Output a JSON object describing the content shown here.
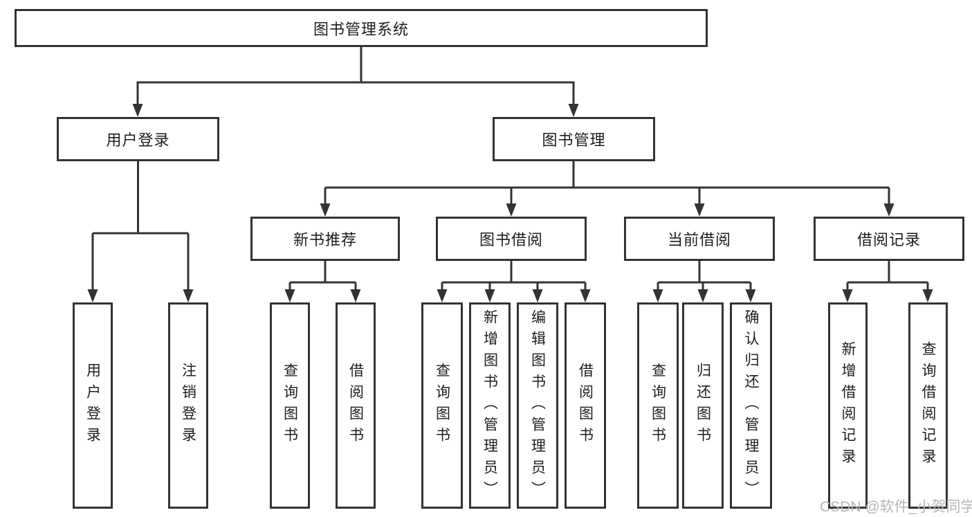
{
  "page": {
    "background": "#ffffff"
  },
  "colors": {
    "line": "#333333",
    "box_border": "#333333",
    "text": "#1d1d1f",
    "watermark": "#b5b5b5"
  },
  "tree": {
    "root": {
      "label": "图书管理系统"
    },
    "children": [
      {
        "label": "用户登录",
        "children": [
          {
            "label": "用户登录"
          },
          {
            "label": "注销登录"
          }
        ]
      },
      {
        "label": "图书管理",
        "children": [
          {
            "label": "新书推荐",
            "children": [
              {
                "label": "查询图书"
              },
              {
                "label": "借阅图书"
              }
            ]
          },
          {
            "label": "图书借阅",
            "children": [
              {
                "label": "查询图书"
              },
              {
                "label": "新增图书（管理员）"
              },
              {
                "label": "编辑图书（管理员）"
              },
              {
                "label": "借阅图书"
              }
            ]
          },
          {
            "label": "当前借阅",
            "children": [
              {
                "label": "查询图书"
              },
              {
                "label": "归还图书"
              },
              {
                "label": "确认归还（管理员）"
              }
            ]
          },
          {
            "label": "借阅记录",
            "children": [
              {
                "label": "新增借阅记录"
              },
              {
                "label": "查询借阅记录"
              }
            ]
          }
        ]
      }
    ]
  },
  "watermark": {
    "text": "CSDN @软件_小贺同学"
  }
}
